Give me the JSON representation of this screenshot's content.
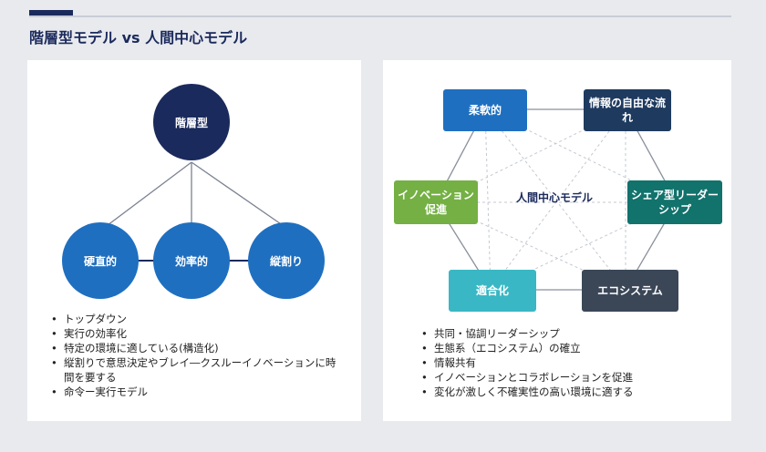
{
  "title": "階層型モデル vs 人間中心モデル",
  "left": {
    "top_node": "階層型",
    "children": [
      "硬直的",
      "効率的",
      "縦割り"
    ],
    "bullets": [
      "トップダウン",
      "実行の効率化",
      "特定の環境に適している(構造化)",
      "縦割りで意思決定やブレイ―クスルーイノベーションに時間を要する",
      "命令ー実行モデル"
    ]
  },
  "right": {
    "center": "人間中心モデル",
    "nodes": [
      {
        "label": "柔軟的",
        "color": "#1f6fc0"
      },
      {
        "label": "情報の自由な流れ",
        "color": "#1e3a5f"
      },
      {
        "label": "シェア型リーダーシップ",
        "color": "#12726c"
      },
      {
        "label": "エコシステム",
        "color": "#3b4757"
      },
      {
        "label": "適合化",
        "color": "#3ab7c4"
      },
      {
        "label": "イノベーション促進",
        "color": "#74b043"
      }
    ],
    "bullets": [
      "共同・協調リーダーシップ",
      "生態系（エコシステム）の確立",
      "情報共有",
      "イノベーションとコラボレーションを促進",
      "変化が激しく不確実性の高い環境に適する"
    ]
  },
  "colors": {
    "navy": "#1b2a5c",
    "blue": "#1f6fc0",
    "line": "#7a8291"
  }
}
